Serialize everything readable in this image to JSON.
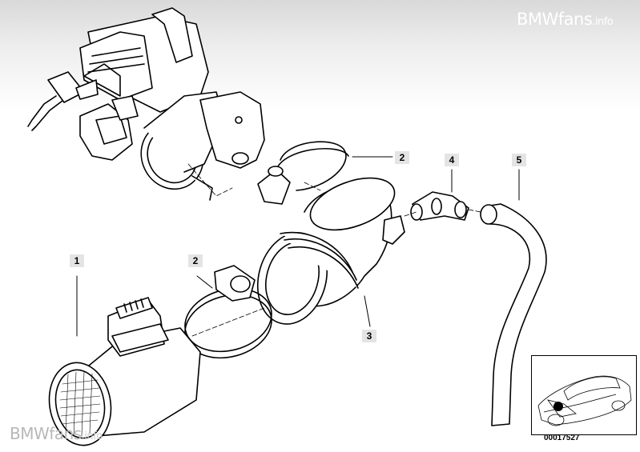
{
  "watermark_top": {
    "brand": "BMWfans",
    "suffix": ".info"
  },
  "watermark_bottom": {
    "brand": "BMWfans",
    "suffix": ".info"
  },
  "part_labels": {
    "mass_air_flow_sensor": "1",
    "hose_clamp_lower": "2",
    "hose_clamp_upper": "2",
    "intake_boot": "3",
    "fitting": "4",
    "vent_hose": "5"
  },
  "diagram_code": "00017527"
}
